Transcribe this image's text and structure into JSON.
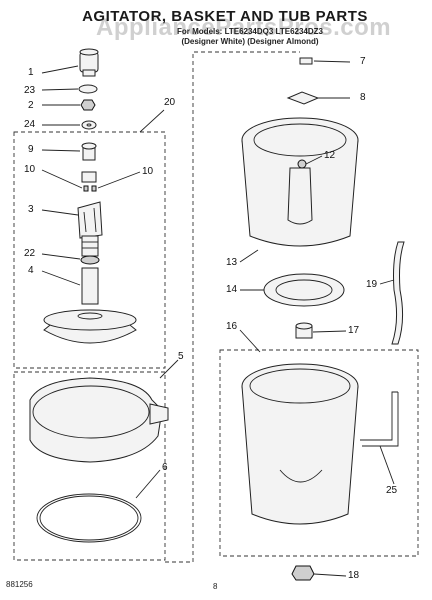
{
  "header": {
    "title": "AGITATOR, BASKET AND TUB PARTS",
    "model_line": "For Models: LTE6234DQ3    LTE6234DZ3",
    "variant_line": "(Designer White)  (Designer Almond)",
    "watermark": "AppliancePartsPros.com"
  },
  "callouts": {
    "c1": "1",
    "c23": "23",
    "c2": "2",
    "c24": "24",
    "c20": "20",
    "c9": "9",
    "c10a": "10",
    "c10b": "10",
    "c3": "3",
    "c22": "22",
    "c4": "4",
    "c5": "5",
    "c6": "6",
    "c7": "7",
    "c8": "8",
    "c12": "12",
    "c13": "13",
    "c14": "14",
    "c19": "19",
    "c16": "16",
    "c17": "17",
    "c25": "25",
    "c18": "18"
  },
  "footer": {
    "doc_number": "881256",
    "page_number": "8"
  }
}
